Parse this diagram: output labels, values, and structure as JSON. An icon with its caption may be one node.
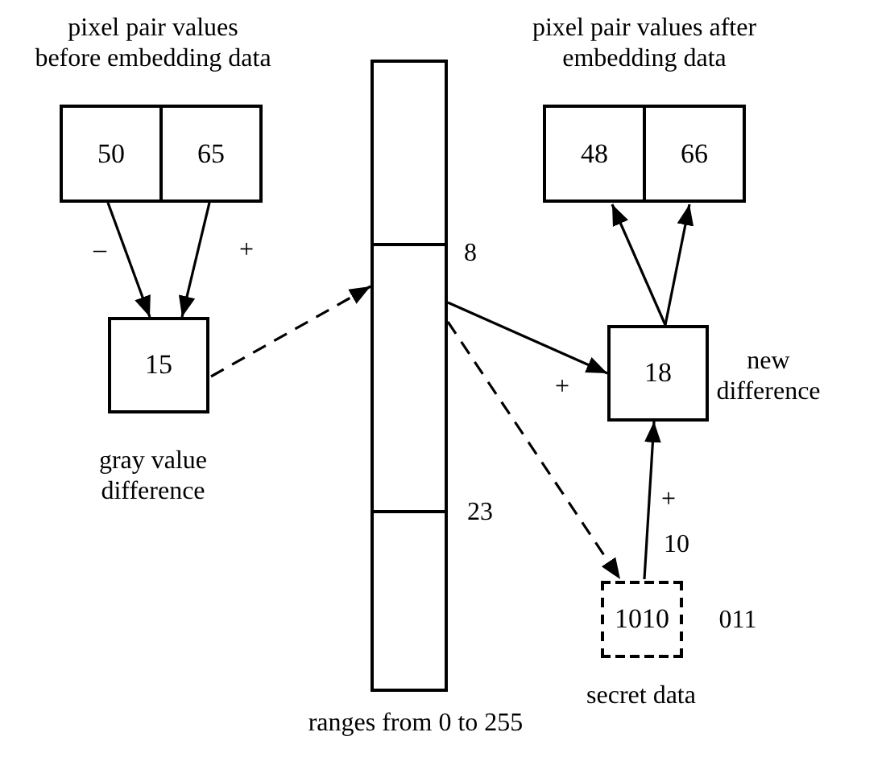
{
  "diagram": {
    "nodes": [
      {
        "text": [
          "50"
        ]
      },
      {
        "text": [
          "65"
        ]
      },
      {
        "text": [
          "15"
        ],
        "beside": [
          "gray value difference"
        ]
      },
      {
        "text": [],
        "shape": "bar",
        "beside": [
          "8",
          "23",
          "ranges from 0 to 255"
        ]
      },
      {
        "text": [
          "48"
        ]
      },
      {
        "text": [
          "66"
        ]
      },
      {
        "text": [
          "18"
        ],
        "beside": [
          "new difference"
        ]
      },
      {
        "text": [
          "1010"
        ],
        "beside": [
          "secret data"
        ]
      }
    ],
    "edges": [
      {
        "from": 0,
        "to": 2,
        "arrow": "to",
        "label": "–"
      },
      {
        "from": 1,
        "to": 2,
        "arrow": "to",
        "label": "+"
      },
      {
        "from": 2,
        "to": 3,
        "arrow": "to",
        "style": "dashed"
      },
      {
        "from": 3,
        "to": 6,
        "arrow": "to",
        "label": "+"
      },
      {
        "from": 3,
        "to": 7,
        "arrow": "to",
        "style": "dashed"
      },
      {
        "from": 7,
        "to": 6,
        "arrow": "to",
        "label": "+"
      },
      {
        "from": 6,
        "to": 4,
        "arrow": "to"
      },
      {
        "from": 6,
        "to": 5,
        "arrow": "to"
      }
    ],
    "labels": [
      "pixel pair values before embedding data",
      "pixel pair values after embedding data",
      "10",
      "011"
    ]
  }
}
